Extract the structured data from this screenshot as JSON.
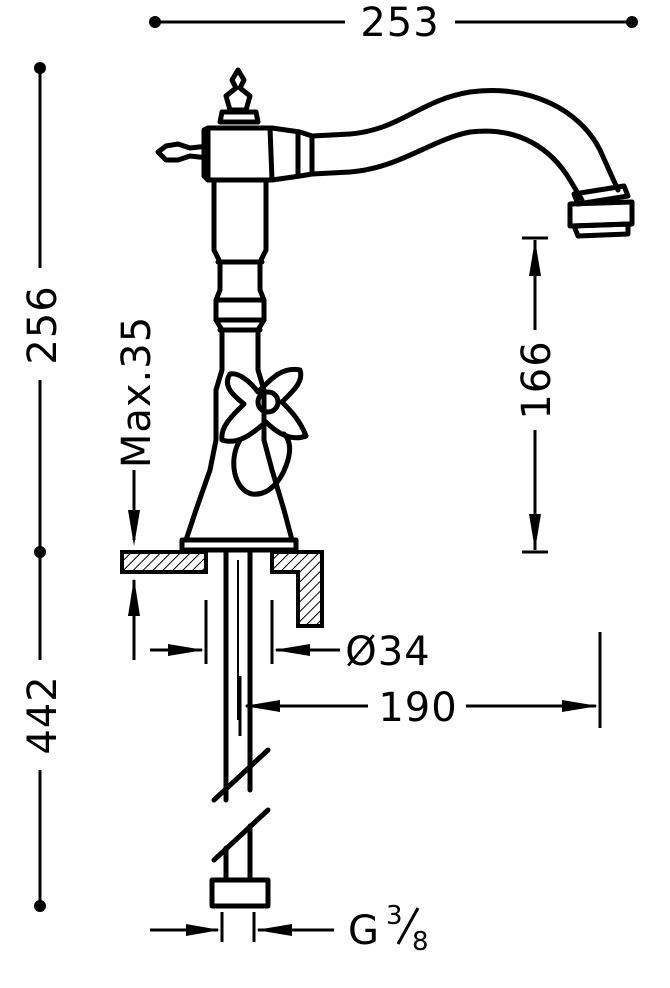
{
  "dimensions": {
    "overall_width": "253",
    "overall_height": "256",
    "spout_height": "166",
    "max_thickness": "Max.35",
    "hole_diameter": "Ø34",
    "spout_reach": "190",
    "hose_length": "442",
    "connection_thread": "G",
    "connection_num": "3",
    "connection_den": "8"
  }
}
